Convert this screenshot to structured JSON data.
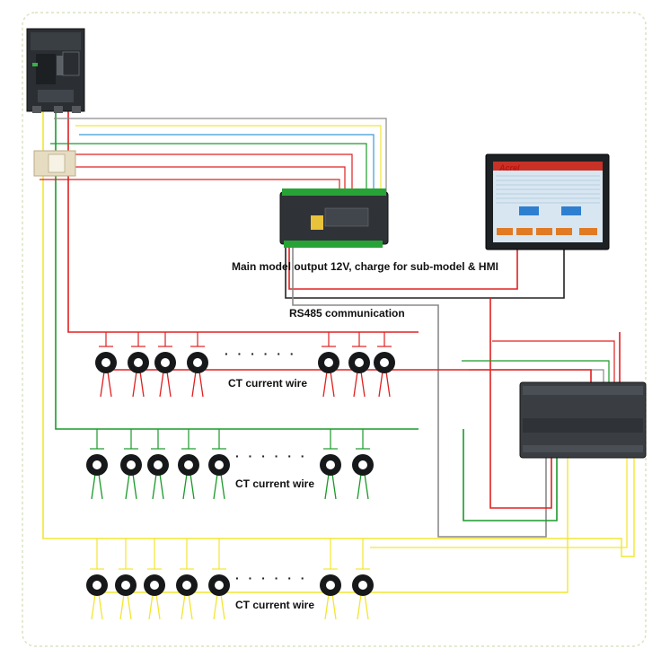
{
  "labels": {
    "main_model": "Main model output 12V, charge for sub-model & HMI",
    "rs485": "RS485 communication",
    "ct_wire_1": "CT current wire",
    "ct_wire_2": "CT current wire",
    "ct_wire_3": "CT current wire",
    "dots": "· · · · · ·",
    "hmi_brand": "Acrel"
  },
  "colors": {
    "red": "#e02020",
    "green": "#1a9a2a",
    "yellow": "#f2e630",
    "gray": "#8a8a8a",
    "black": "#222222",
    "blue": "#3a9ad9",
    "border": "#dde8c8"
  },
  "icons": {
    "breaker": "circuit-breaker-icon",
    "cts": "ct-sensor-icon",
    "main": "main-module-icon",
    "hmi": "hmi-screen-icon",
    "sub": "sub-module-icon"
  }
}
